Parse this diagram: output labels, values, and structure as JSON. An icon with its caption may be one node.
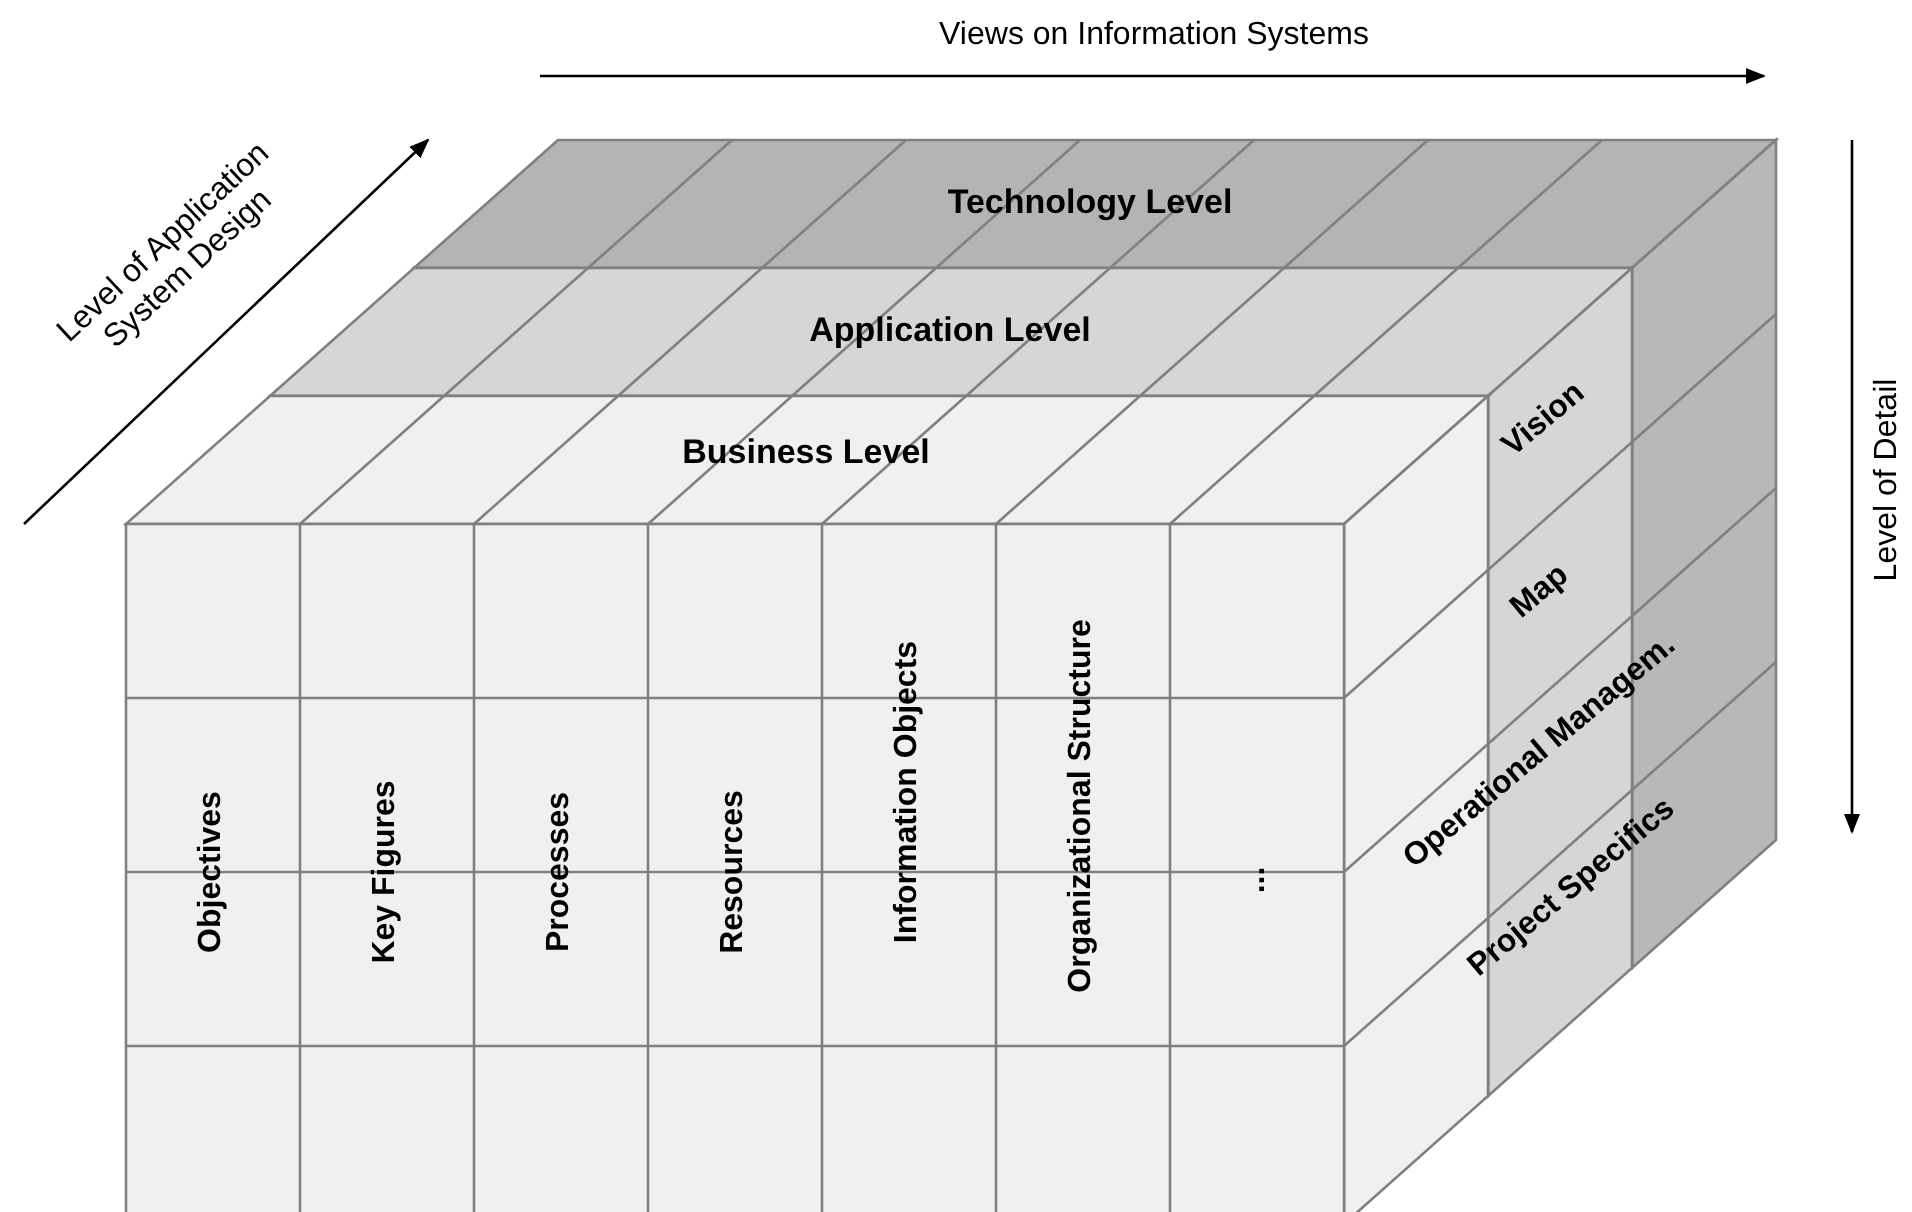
{
  "diagram": {
    "labels": [
      "Views on Information Systems",
      "Level of Application System Design",
      "Level of Detail",
      "Technology Level",
      "Application Level",
      "Business Level",
      "Vision",
      "Map",
      "Operational Managem.",
      "Objectives",
      "Key Figures",
      "Processes",
      "Resources",
      "Information Objects",
      "Organizational Structure",
      "...",
      "Project Specifics"
    ]
  }
}
